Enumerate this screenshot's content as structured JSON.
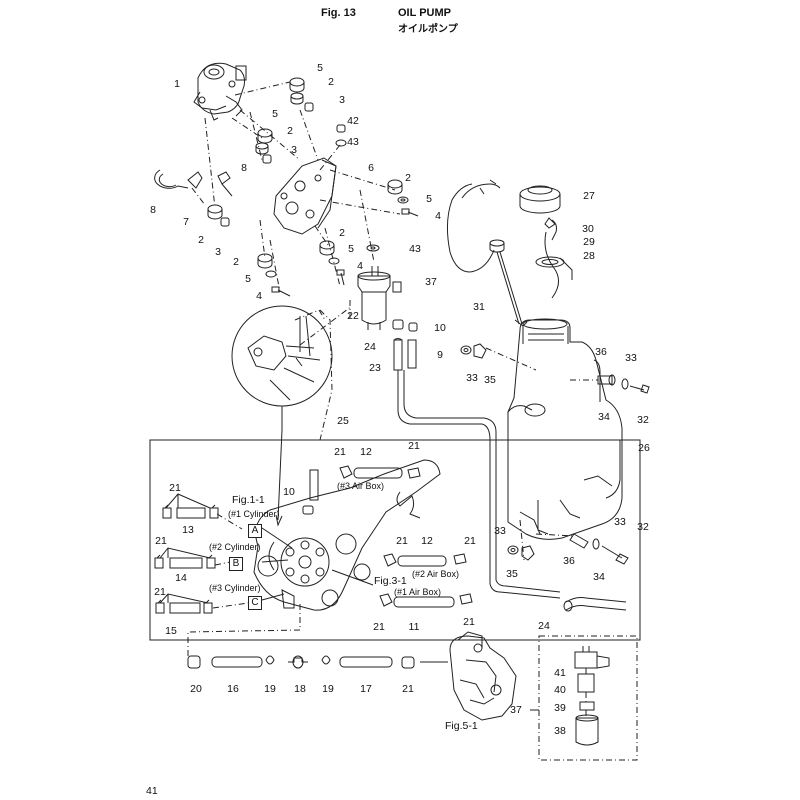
{
  "header": {
    "fig": "Fig. 13",
    "title": "OIL PUMP",
    "title_jp": "オイルポンプ"
  },
  "page_number": "41",
  "callouts": {
    "fig1_1": "Fig.1-1",
    "cyl1": "(#1 Cylinder)",
    "cyl2": "(#2 Cylinder)",
    "cyl3": "(#3 Cylinder)",
    "fig3_1": "Fig.3-1",
    "airbox1": "(#1 Air Box)",
    "airbox2": "(#2 Air Box)",
    "airbox3": "(#3 Air Box)",
    "fig5_1": "Fig.5-1",
    "letter_a": "A",
    "letter_b": "B",
    "letter_c": "C"
  },
  "parts": [
    {
      "id": "p1",
      "n": "1"
    },
    {
      "id": "p5a",
      "n": "5"
    },
    {
      "id": "p2a",
      "n": "2"
    },
    {
      "id": "p3a",
      "n": "3"
    },
    {
      "id": "p5b",
      "n": "5"
    },
    {
      "id": "p2b",
      "n": "2"
    },
    {
      "id": "p3b",
      "n": "3"
    },
    {
      "id": "p42",
      "n": "42"
    },
    {
      "id": "p43a",
      "n": "43"
    },
    {
      "id": "p6",
      "n": "6"
    },
    {
      "id": "p8a",
      "n": "8"
    },
    {
      "id": "p8b",
      "n": "8"
    },
    {
      "id": "p7",
      "n": "7"
    },
    {
      "id": "p2c",
      "n": "2"
    },
    {
      "id": "p3c",
      "n": "3"
    },
    {
      "id": "p2d",
      "n": "2"
    },
    {
      "id": "p5c",
      "n": "5"
    },
    {
      "id": "p4a",
      "n": "4"
    },
    {
      "id": "p2e",
      "n": "2"
    },
    {
      "id": "p5d",
      "n": "5"
    },
    {
      "id": "p4b",
      "n": "4"
    },
    {
      "id": "p2f",
      "n": "2"
    },
    {
      "id": "p5e",
      "n": "5"
    },
    {
      "id": "p4c",
      "n": "4"
    },
    {
      "id": "p43b",
      "n": "43"
    },
    {
      "id": "p37a",
      "n": "37"
    },
    {
      "id": "p22",
      "n": "22"
    },
    {
      "id": "p10a",
      "n": "10"
    },
    {
      "id": "p24a",
      "n": "24"
    },
    {
      "id": "p9",
      "n": "9"
    },
    {
      "id": "p23",
      "n": "23"
    },
    {
      "id": "p25",
      "n": "25"
    },
    {
      "id": "p27",
      "n": "27"
    },
    {
      "id": "p30",
      "n": "30"
    },
    {
      "id": "p29",
      "n": "29"
    },
    {
      "id": "p28",
      "n": "28"
    },
    {
      "id": "p31",
      "n": "31"
    },
    {
      "id": "p33a",
      "n": "33"
    },
    {
      "id": "p35a",
      "n": "35"
    },
    {
      "id": "p36a",
      "n": "36"
    },
    {
      "id": "p33b",
      "n": "33"
    },
    {
      "id": "p34a",
      "n": "34"
    },
    {
      "id": "p32a",
      "n": "32"
    },
    {
      "id": "p26",
      "n": "26"
    },
    {
      "id": "p21a",
      "n": "21"
    },
    {
      "id": "p12a",
      "n": "12"
    },
    {
      "id": "p21b",
      "n": "21"
    },
    {
      "id": "p10b",
      "n": "10"
    },
    {
      "id": "p21c",
      "n": "21"
    },
    {
      "id": "p13",
      "n": "13"
    },
    {
      "id": "p21d",
      "n": "21"
    },
    {
      "id": "p14",
      "n": "14"
    },
    {
      "id": "p21e",
      "n": "21"
    },
    {
      "id": "p15",
      "n": "15"
    },
    {
      "id": "p21f",
      "n": "21"
    },
    {
      "id": "p12b",
      "n": "12"
    },
    {
      "id": "p21g",
      "n": "21"
    },
    {
      "id": "p21h",
      "n": "21"
    },
    {
      "id": "p11",
      "n": "11"
    },
    {
      "id": "p21i",
      "n": "21"
    },
    {
      "id": "p33c",
      "n": "33"
    },
    {
      "id": "p35b",
      "n": "35"
    },
    {
      "id": "p36b",
      "n": "36"
    },
    {
      "id": "p33d",
      "n": "33"
    },
    {
      "id": "p34b",
      "n": "34"
    },
    {
      "id": "p32b",
      "n": "32"
    },
    {
      "id": "p24b",
      "n": "24"
    },
    {
      "id": "p20",
      "n": "20"
    },
    {
      "id": "p16",
      "n": "16"
    },
    {
      "id": "p19a",
      "n": "19"
    },
    {
      "id": "p18",
      "n": "18"
    },
    {
      "id": "p19b",
      "n": "19"
    },
    {
      "id": "p17",
      "n": "17"
    },
    {
      "id": "p21j",
      "n": "21"
    },
    {
      "id": "p41",
      "n": "41"
    },
    {
      "id": "p40",
      "n": "40"
    },
    {
      "id": "p39",
      "n": "39"
    },
    {
      "id": "p38",
      "n": "38"
    },
    {
      "id": "p37b",
      "n": "37"
    }
  ]
}
